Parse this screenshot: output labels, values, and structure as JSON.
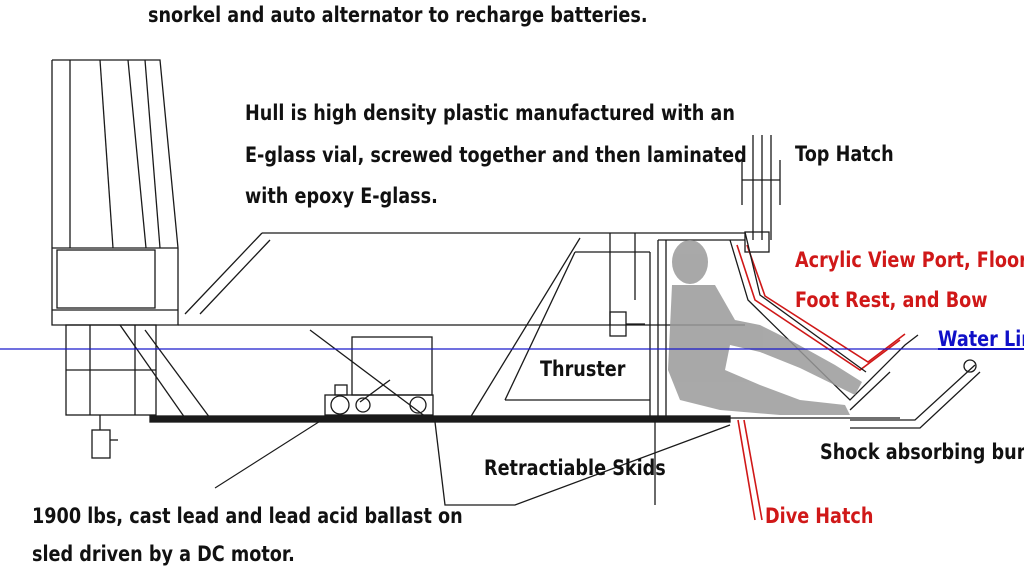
{
  "diagram": {
    "labels": {
      "top_note": "snorkel and auto alternator to recharge batteries.",
      "hull_note_1": "Hull is high density plastic manufactured with an",
      "hull_note_2": "E-glass vial, screwed together and then laminated",
      "hull_note_3": "with epoxy E-glass.",
      "top_hatch": "Top Hatch",
      "acrylic_1": "Acrylic View Port, Floor,",
      "acrylic_2": "Foot Rest, and Bow",
      "water_line": "Water Line",
      "thruster": "Thruster",
      "shock_bumper": "Shock absorbing bumper",
      "skids": "Retractiable Skids",
      "dive_hatch": "Dive Hatch",
      "ballast_1": "1900 lbs, cast lead and lead acid ballast on",
      "ballast_2": "sled driven by a DC motor."
    },
    "colors": {
      "line": "#1a1a1a",
      "water_line": "#1a1acc",
      "acrylic": "#d01818",
      "figure": "#9a9a9a"
    }
  }
}
